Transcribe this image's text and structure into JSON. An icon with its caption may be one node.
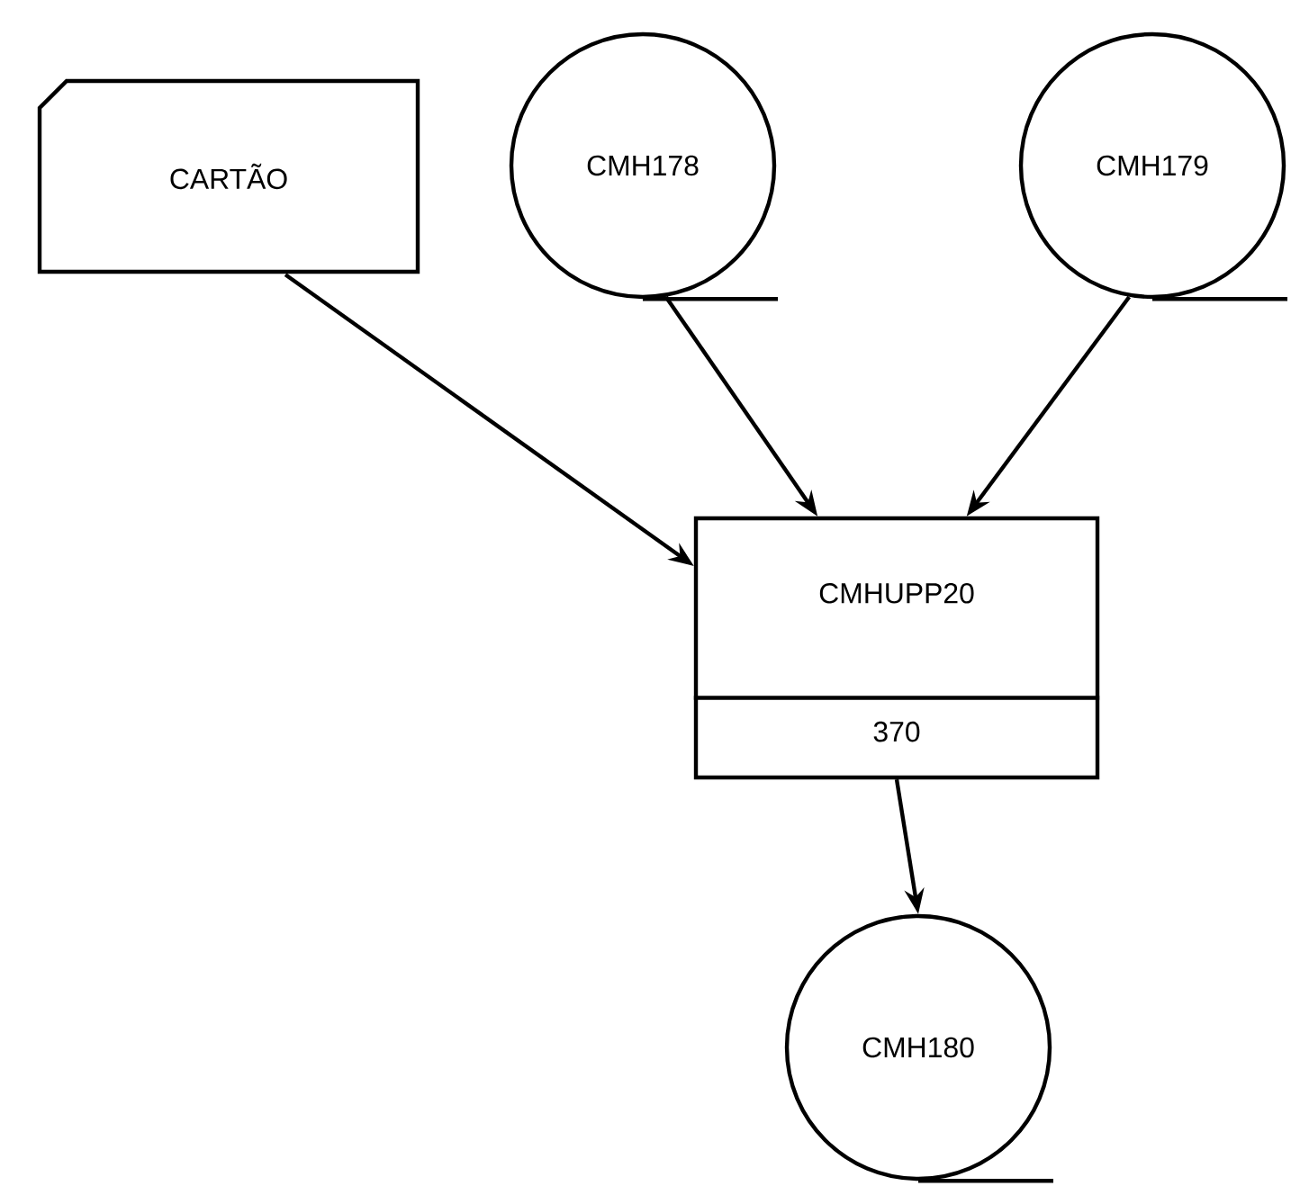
{
  "diagram": {
    "nodes": [
      {
        "text": [
          "CARTÃO"
        ]
      },
      {
        "text": [
          "CMH178"
        ]
      },
      {
        "text": [
          "CMH179"
        ]
      },
      {
        "text": [
          "CMHUPP20",
          "370"
        ]
      },
      {
        "text": [
          "CMH180"
        ]
      }
    ],
    "edges": [
      {
        "from": 0,
        "to": 3,
        "arrow": "to"
      },
      {
        "from": 1,
        "to": 3,
        "arrow": "to"
      },
      {
        "from": 2,
        "to": 3,
        "arrow": "to"
      },
      {
        "from": 3,
        "to": 4,
        "arrow": "to"
      }
    ]
  }
}
